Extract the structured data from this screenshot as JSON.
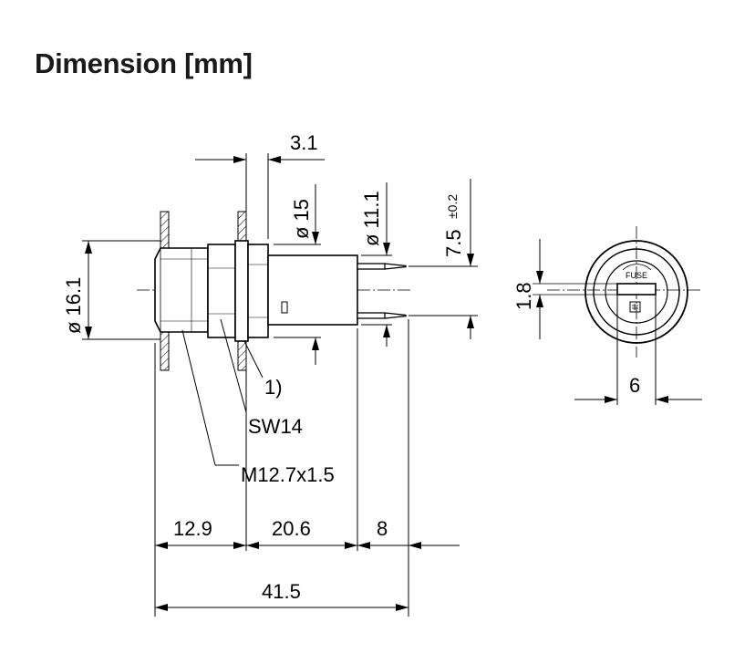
{
  "title": "Dimension [mm]",
  "dimensions": {
    "flange_thickness": "3.1",
    "dia_15": "ø 15",
    "dia_11_1": "ø 11.1",
    "pin_spacing_main": "7.5",
    "pin_spacing_tol": "±0.2",
    "dia_16_1": "ø 16.1",
    "note_1": "1)",
    "wrench_size": "SW14",
    "thread": "M12.7x1.5",
    "len_12_9": "12.9",
    "len_20_6": "20.6",
    "len_8": "8",
    "total_length": "41.5",
    "slot_height": "1.8",
    "slot_width": "6"
  },
  "front_view": {
    "label": "FUSE"
  }
}
